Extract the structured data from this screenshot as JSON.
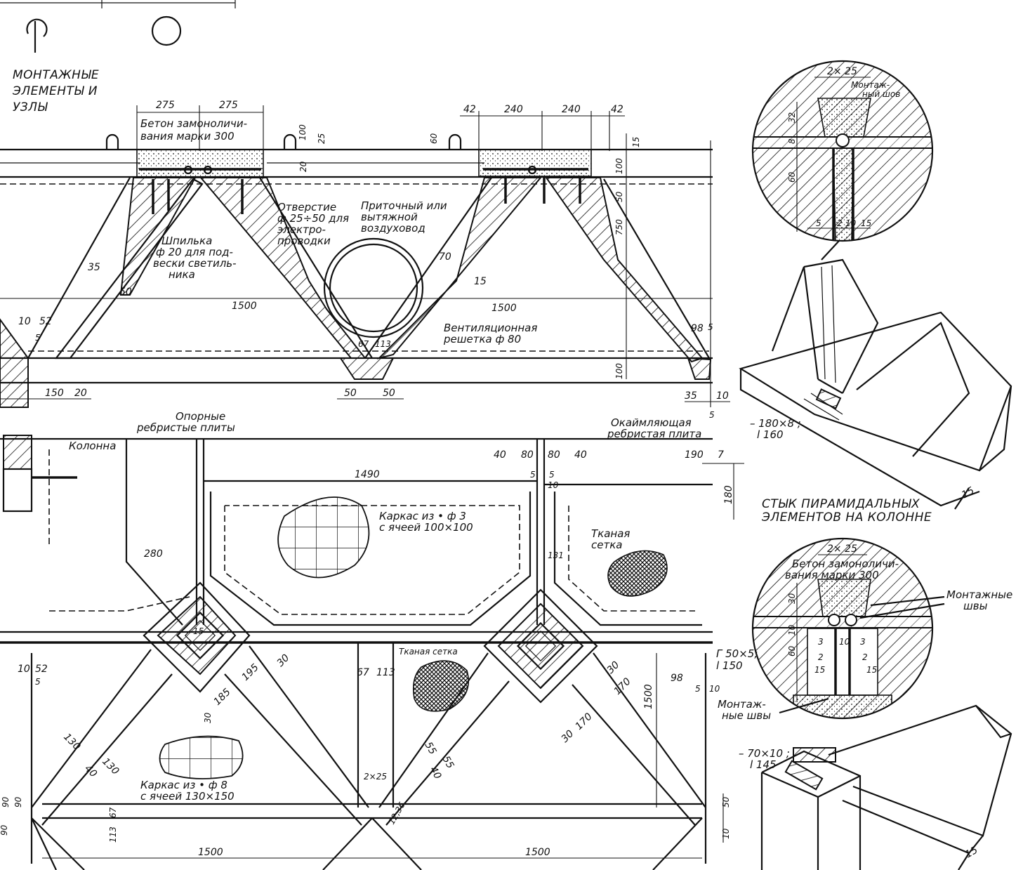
{
  "title": "МОНТАЖНЫЕ ЭЛЕМЕНТЫ И УЗЛЫ",
  "title_lines": [
    "МОНТАЖНЫЕ",
    "ЭЛЕМЕНТЫ И",
    "УЗЛЫ"
  ],
  "section": {
    "concrete_label_1": "Бетон замоноличи-",
    "concrete_label_2": "вания марки 300",
    "hole_label": [
      "Отверстие",
      "ф 25÷50 для",
      "электро-",
      "проводки"
    ],
    "pin_label": [
      "Шпилька",
      "ф 20 для под-",
      "вески светиль-",
      "ника"
    ],
    "duct_label": [
      "Приточный или",
      "вытяжной",
      "воздуховод"
    ],
    "grille_label": [
      "Вентиляционная",
      "решетка ф 80"
    ],
    "dims_top_left": [
      "275",
      "275"
    ],
    "dims_top_right": [
      "42",
      "240",
      "240",
      "42"
    ],
    "dims_vertical": [
      "100",
      "25",
      "20",
      "60",
      "15",
      "100",
      "50",
      "750",
      "100"
    ],
    "dims_misc": [
      "35",
      "50",
      "70",
      "15",
      "1500",
      "1500",
      "10",
      "52",
      "5",
      "67",
      "113",
      "50",
      "50",
      "150",
      "20",
      "98",
      "5",
      "35",
      "10",
      "5"
    ]
  },
  "plan": {
    "support_plates": [
      "Опорные",
      "ребристые плиты"
    ],
    "edge_plate": [
      "Окаймляющая",
      "ребристая плита"
    ],
    "column": "Колонна",
    "frame_1": [
      "Каркас из • ф 3",
      "с ячеей 100×100"
    ],
    "frame_2": [
      "Каркас из • ф 8",
      "с ячеей 130×150"
    ],
    "woven_mesh_1": [
      "Тканая",
      "сетка"
    ],
    "woven_mesh_2": "Тканая сетка",
    "steel_1": [
      "Г 50×5;",
      "l 150"
    ],
    "dims": [
      "1490",
      "40",
      "80",
      "80",
      "40",
      "5",
      "5",
      "10",
      "190",
      "7",
      "180",
      "280",
      "131",
      "10",
      "52",
      "5",
      "15",
      "195",
      "30",
      "185",
      "30",
      "67",
      "113",
      "30",
      "170",
      "30",
      "170",
      "98",
      "5",
      "10",
      "1500",
      "130",
      "130",
      "40",
      "55",
      "55",
      "40",
      "2×25",
      "12,36",
      "90",
      "90",
      "67",
      "113",
      "90",
      "50",
      "1500",
      "1500",
      "10",
      "52",
      "5"
    ]
  },
  "detail_top": {
    "dim": "2× 25",
    "seam": [
      "Монтаж-",
      "ный шов"
    ],
    "dims": [
      "32",
      "8",
      "60",
      "5",
      "2",
      "10",
      "15"
    ]
  },
  "detail_mid": {
    "plate": [
      "– 180×8 ;",
      "l 160"
    ],
    "edge": "15",
    "caption": [
      "СТЫК ПИРАМИДАЛЬНЫХ",
      "ЭЛЕМЕНТОВ НА КОЛОННЕ"
    ]
  },
  "detail_bottom": {
    "dim": "2× 25",
    "concrete": [
      "Бетон замоноличи-",
      "вания марки 300"
    ],
    "seams_1": [
      "Монтажные",
      "швы"
    ],
    "seams_2": [
      "Монтаж-",
      "ные швы"
    ],
    "plate": [
      "– 70×10 ;",
      "l 145"
    ],
    "dims": [
      "30",
      "10",
      "60",
      "3",
      "10",
      "3",
      "2",
      "2",
      "15",
      "15"
    ],
    "edge": "15"
  }
}
